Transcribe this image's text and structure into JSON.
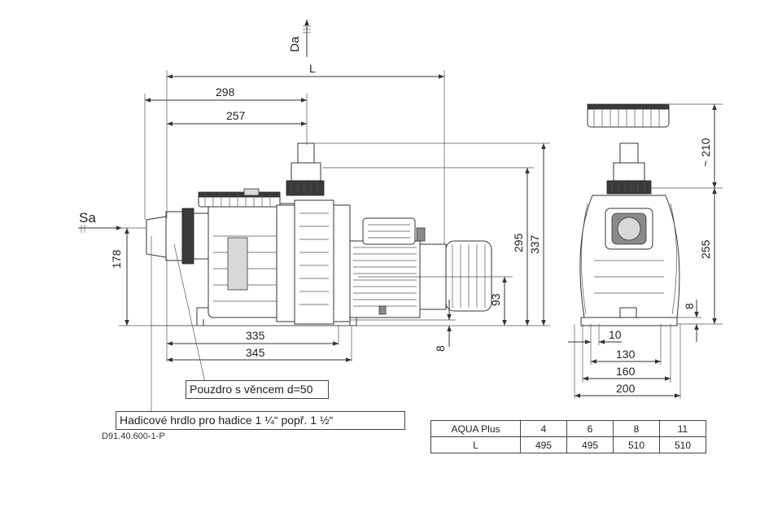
{
  "labels": {
    "da": "Da",
    "l": "L",
    "sa": "Sa",
    "dim_298": "298",
    "dim_257": "257",
    "dim_178": "178",
    "dim_335": "335",
    "dim_345": "345",
    "dim_295": "295",
    "dim_337": "337",
    "dim_93": "93",
    "dim_8_front": "8",
    "dim_210": "~ 210",
    "dim_255": "255",
    "dim_8_side": "8",
    "dim_10": "10",
    "dim_130": "130",
    "dim_160": "160",
    "dim_200": "200"
  },
  "callouts": {
    "housing": "Pouzdro s věncem d=50",
    "hose": "Hadicové hrdlo pro hadice 1 ¼“ popř. 1 ½“"
  },
  "drawing_code": "D91.40.600-1-P",
  "table": {
    "header": [
      "AQUA Plus",
      "4",
      "6",
      "8",
      "11"
    ],
    "row": [
      "L",
      "495",
      "495",
      "510",
      "510"
    ]
  }
}
